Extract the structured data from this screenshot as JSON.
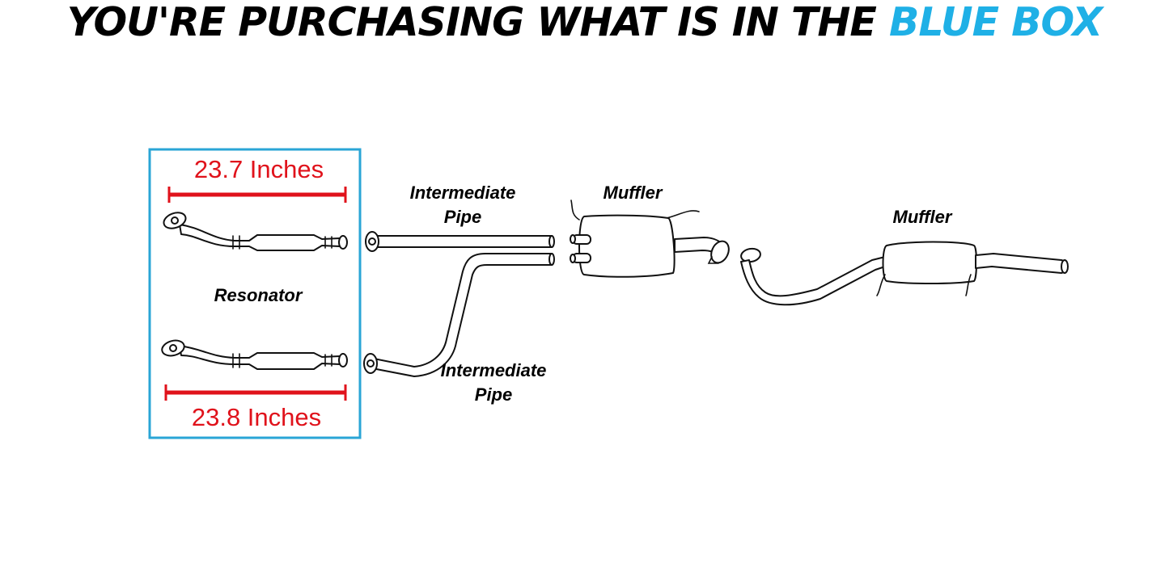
{
  "headline": {
    "prefix": "YOU'RE PURCHASING WHAT IS IN THE ",
    "highlight": "BLUE BOX"
  },
  "colors": {
    "accent": "#1fb0e6",
    "box_border": "#2aa5d6",
    "dimension": "#e0121b"
  },
  "selection_box": {
    "top_dimension": "23.7 Inches",
    "part_label": "Resonator",
    "bottom_dimension": "23.8 Inches"
  },
  "labels": {
    "intermediate_pipe_upper": [
      "Intermediate",
      "Pipe"
    ],
    "intermediate_pipe_lower": [
      "Intermediate",
      "Pipe"
    ],
    "muffler_front": "Muffler",
    "muffler_rear": "Muffler"
  }
}
